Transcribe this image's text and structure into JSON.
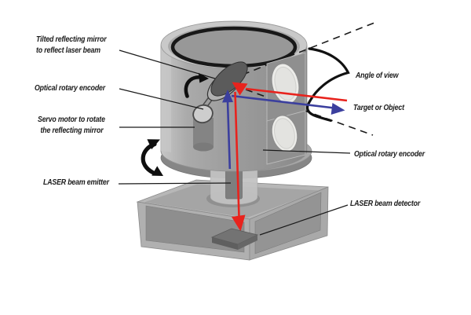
{
  "meta": {
    "description": "Schematic diagram of a LIDAR laser scanning mechanism"
  },
  "labels": {
    "tilted_mirror": {
      "line1": "Tilted reflecting mirror",
      "line2": "to reflect laser beam"
    },
    "optical_encoder_left": {
      "text": "Optical rotary encoder"
    },
    "servo_motor": {
      "line1": "Servo motor to rotate",
      "line2": "the reflecting mirror"
    },
    "laser_emitter": {
      "text": "LASER beam emitter"
    },
    "angle_of_view": {
      "text": "Angle of view"
    },
    "target_object": {
      "text": "Target or Object"
    },
    "optical_encoder_right": {
      "text": "Optical rotary encoder"
    },
    "laser_detector": {
      "text": "LASER beam detector"
    }
  },
  "colors": {
    "outgoing_beam_blue": "#3b3f9e",
    "return_beam_red": "#e8231d",
    "ink_black": "#1a1a1a",
    "background": "#ffffff"
  }
}
